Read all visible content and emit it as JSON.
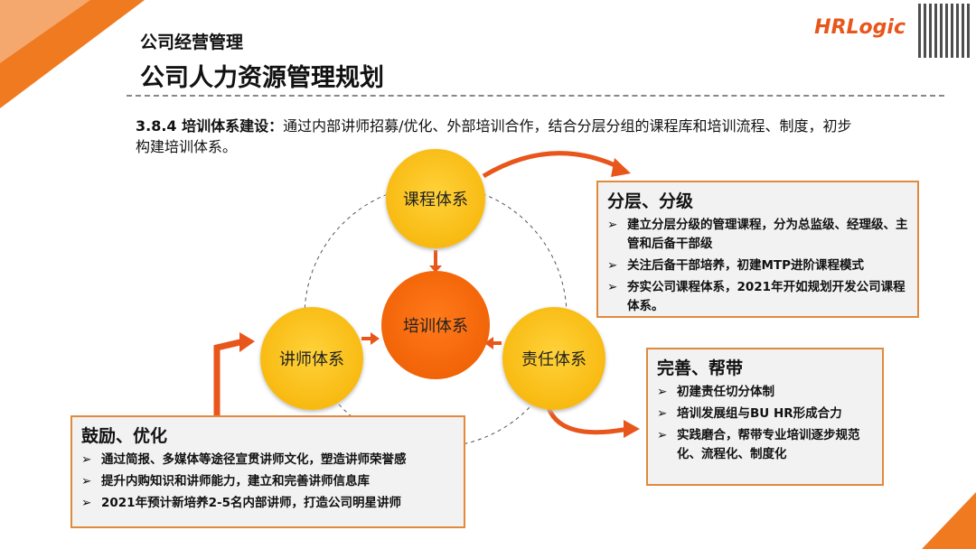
{
  "header": {
    "subtitle": "公司经营管理",
    "title": "公司人力资源管理规划",
    "logo": "HRLogic"
  },
  "intro": {
    "label": "3.8.4  培训体系建设：",
    "text": "通过内部讲师招募/优化、外部培训合作，结合分层分组的课程库和培训流程、制度，初步构建培训体系。"
  },
  "circles": {
    "center": "培训体系",
    "top": "课程体系",
    "left": "讲师体系",
    "right": "责任体系"
  },
  "boxes": {
    "top_right": {
      "title": "分层、分级",
      "items": [
        "建立分层分级的管理课程，分为总监级、经理级、主管和后备干部级",
        "关注后备干部培养，初建MTP进阶课程模式",
        "夯实公司课程体系，2021年开如规划开发公司课程体系。"
      ]
    },
    "bottom_right": {
      "title": "完善、帮带",
      "items": [
        "初建责任切分体制",
        "培训发展组与BU HR形成合力",
        "实践磨合，帮带专业培训逐步规范化、流程化、制度化"
      ]
    },
    "bottom_left": {
      "title": "鼓励、优化",
      "items": [
        "通过简报、多媒体等途径宣贯讲师文化，塑造讲师荣誉感",
        "提升内购知识和讲师能力，建立和完善讲师信息库",
        "2021年预计新培养2-5名内部讲师，打造公司明星讲师"
      ]
    }
  },
  "colors": {
    "accent": "#ec5a00",
    "yellow": "#f5b000",
    "border": "#e08a3c"
  }
}
